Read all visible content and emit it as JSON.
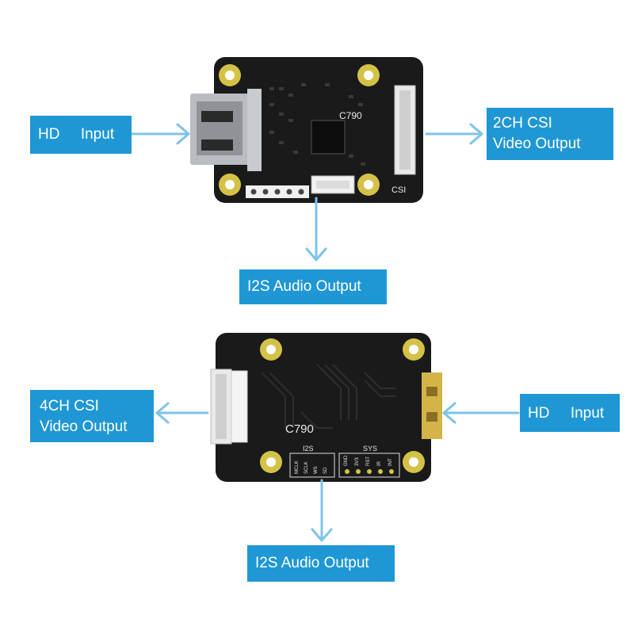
{
  "top_board": {
    "labels": {
      "hd_input": [
        "HD     Input"
      ],
      "csi_out": [
        "2CH CSI",
        "Video Output"
      ],
      "audio_out": [
        "I2S Audio Output"
      ]
    },
    "silkscreen": {
      "chip": "C790",
      "csi": "CSI"
    }
  },
  "bottom_board": {
    "labels": {
      "hd_input": [
        "HD     Input"
      ],
      "csi_out": [
        "4CH CSI",
        "Video Output"
      ],
      "audio_out": [
        "I2S Audio Output"
      ]
    },
    "silkscreen": {
      "chip": "C790",
      "i2s": "I2S",
      "sys": "SYS",
      "i2s_pins": [
        "MCLK",
        "SCLK",
        "WS",
        "SD"
      ],
      "sys_pins": [
        "GND",
        "3V3",
        "RST",
        "IR",
        "INT"
      ]
    }
  },
  "colors": {
    "label_bg": "#1f97d4",
    "arrow": "#7ec3e8",
    "pcb": "#1a1a1a",
    "pad": "#d4c248"
  }
}
